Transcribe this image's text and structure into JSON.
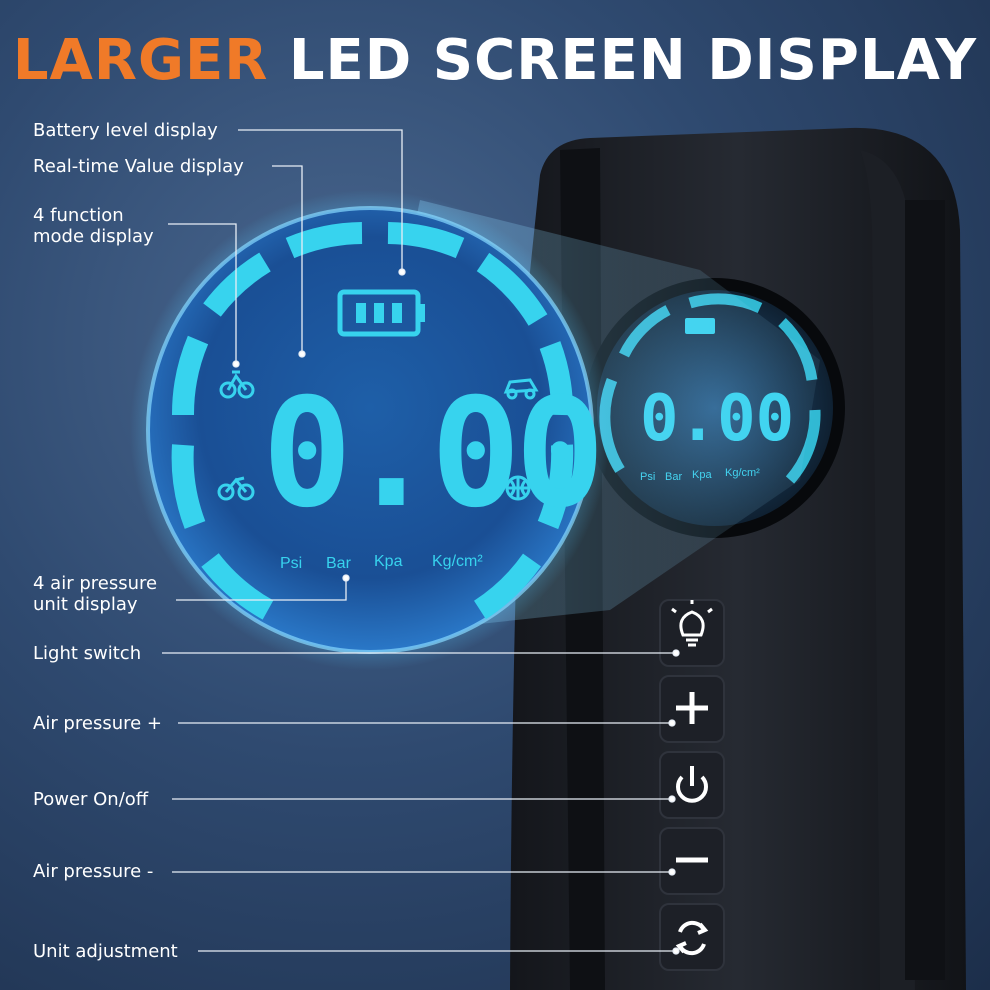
{
  "title": {
    "highlight": "LARGER",
    "rest": "LED SCREEN DISPLAY"
  },
  "colors": {
    "accent": "#f07a28",
    "led": "#37d3ee",
    "device": "#1a1d24"
  },
  "callouts": {
    "battery": "Battery level display",
    "realtime": "Real-time Value display",
    "mode_line1": "4 function",
    "mode_line2": "mode display",
    "unit_line1": "4 air pressure",
    "unit_line2": "unit display",
    "light": "Light switch",
    "plus": "Air pressure +",
    "power": "Power On/off",
    "minus": "Air pressure -",
    "unit_adjust": "Unit adjustment"
  },
  "display": {
    "value": "0.00",
    "units": [
      "Psi",
      "Bar",
      "Kpa",
      "Kg/cm²"
    ]
  },
  "icons": {
    "battery": "battery-icon",
    "modes": [
      "bicycle-icon",
      "car-icon",
      "motorcycle-icon",
      "ball-icon"
    ],
    "buttons": [
      "bulb-icon",
      "plus-icon",
      "power-icon",
      "minus-icon",
      "refresh-icon"
    ]
  }
}
